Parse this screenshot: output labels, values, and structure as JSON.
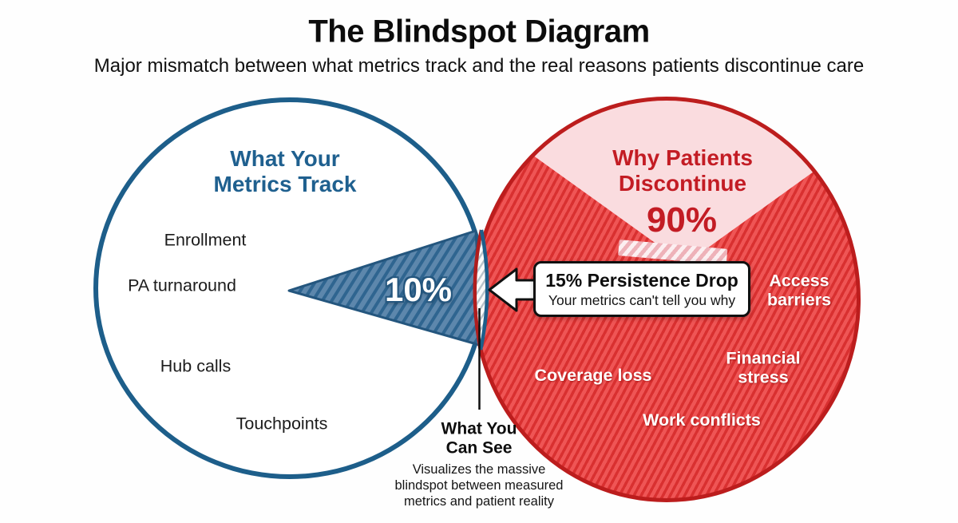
{
  "header": {
    "title": "The Blindspot Diagram",
    "subtitle": "Major mismatch between what metrics track and the real reasons patients discontinue care"
  },
  "left_circle": {
    "title": "What Your Metrics Track",
    "items": [
      "Enrollment",
      "PA turnaround",
      "Hub calls",
      "Touchpoints"
    ],
    "overlap_share": "10%"
  },
  "right_circle": {
    "title": "Why Patients Discontinue",
    "share": "90%",
    "items": [
      "Access barriers",
      "Financial stress",
      "Coverage loss",
      "Work conflicts"
    ]
  },
  "callout": {
    "title": "15% Persistence Drop",
    "subtitle": "Your metrics can't tell you why"
  },
  "overlap_note": {
    "title": "What You Can See",
    "description": "Visualizes the massive blindspot between measured metrics and patient reality"
  },
  "colors": {
    "blue_border": "#1d5e8a",
    "blue_heading": "#1f608f",
    "blue_wedge_base": "#5d87ac",
    "blue_wedge_stripe": "#2f6590",
    "red_border": "#bc1d1d",
    "red_heading": "#c31c24",
    "red_fill_base": "#ef5555",
    "red_fill_stripe": "#d93030",
    "pink_sector": "#fadcdf",
    "callout_bg": "#ffffff",
    "text_dark": "#111111"
  }
}
